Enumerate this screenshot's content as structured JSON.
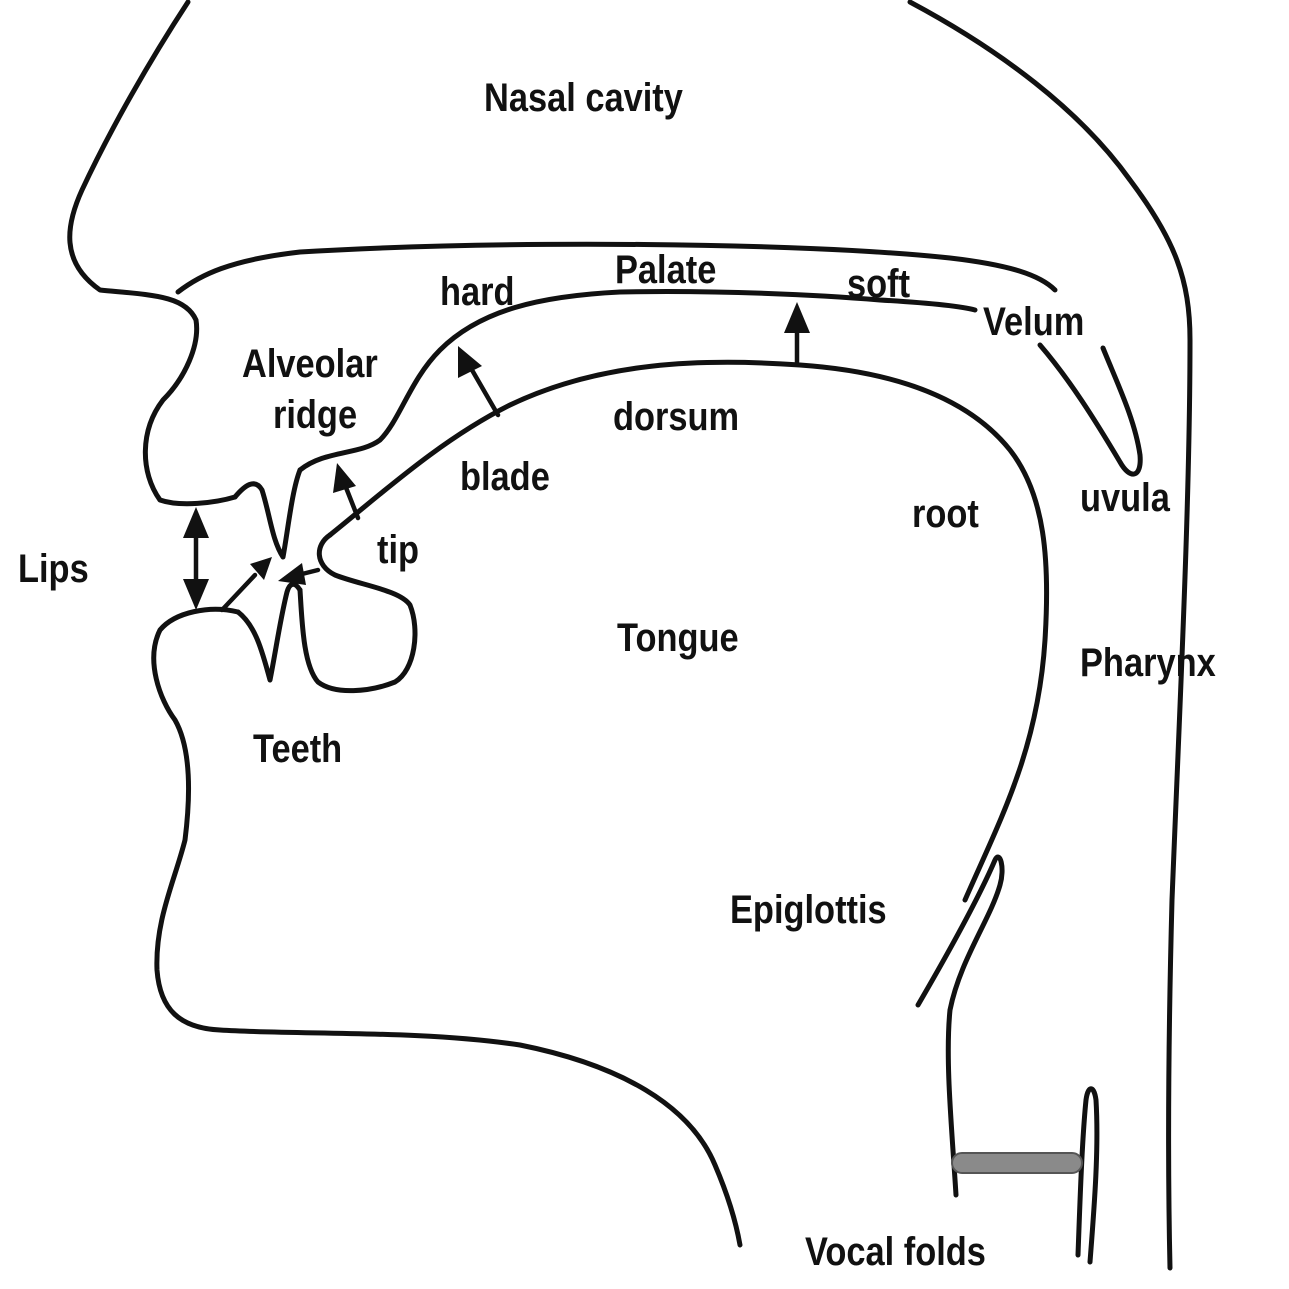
{
  "labels": {
    "nasal_cavity": "Nasal cavity",
    "hard": "hard",
    "palate": "Palate",
    "soft": "soft",
    "velum": "Velum",
    "alveolar": "Alveolar",
    "ridge": "ridge",
    "dorsum": "dorsum",
    "blade": "blade",
    "uvula": "uvula",
    "root": "root",
    "lips": "Lips",
    "tip": "tip",
    "tongue": "Tongue",
    "pharynx": "Pharynx",
    "teeth": "Teeth",
    "epiglottis": "Epiglottis",
    "vocal_folds": "Vocal folds"
  },
  "colors": {
    "ink": "#111111",
    "background": "#ffffff",
    "vocal_fold_fill": "#8a8a8a"
  }
}
